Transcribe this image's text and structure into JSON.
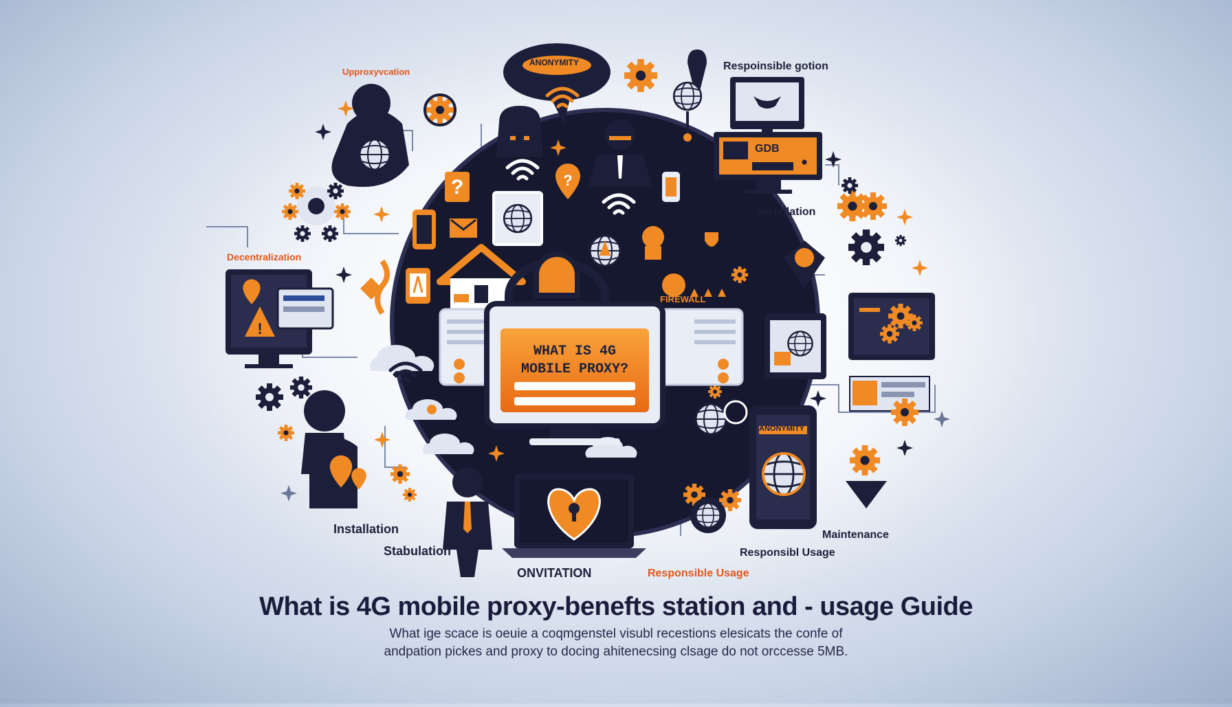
{
  "labels": {
    "top_left": "Upproxyvcation",
    "speech_bubble": "ANONYMITY",
    "top_right": "Respoinsible gotion",
    "monitor_top_right": "GDB",
    "installation_right": "Installation",
    "left_mid": "Decentralization",
    "firewall": "FIREWALL",
    "installation_left": "Installation",
    "stabulation": "Stabulation",
    "onvitation": "ONVITATION",
    "responsible_usage_orange": "Responsible Usage",
    "responsible_usage_dark": "Responsibl Usage",
    "maintenance": "Maintenance",
    "phone_text": "ANONYMITY"
  },
  "screen": {
    "line1": "WHAT IS 4G",
    "line2": "MOBILE PROXY?"
  },
  "title": "What is 4G mobile proxy-benefts station and - usage Guide",
  "subtitle": {
    "line1": "What ige scace is oeuie a coqmgenstel visubl recestions elesicats the confe of",
    "line2": "andpation pickes and proxy to docing ahitenecsing clsage do not orccesse 5MB."
  },
  "colors": {
    "navy": "#1c1f3a",
    "orange": "#f08a24",
    "deep_orange": "#e2571c",
    "light": "#e9edf6"
  },
  "icons": [
    "wifi-icon",
    "globe-icon",
    "gear-icon",
    "shield-icon",
    "padlock-icon",
    "heart-icon",
    "house-icon",
    "cloud-icon",
    "location-pin-icon",
    "warning-icon",
    "phone-icon",
    "monitor-icon",
    "person-icon",
    "sparkle-icon"
  ]
}
